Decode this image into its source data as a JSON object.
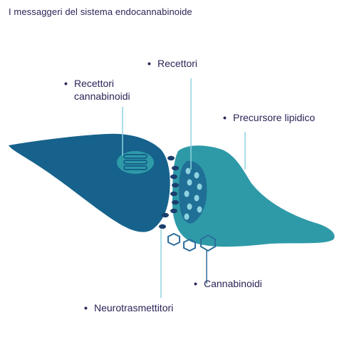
{
  "title": "I messaggeri del sistema endocannabinoide",
  "labels": {
    "recettori": "Recettori",
    "recettori_cannabinoidi_line1": "Recettori",
    "recettori_cannabinoidi_line2": "cannabinoidi",
    "precursore_lipidico": "Precursore lipidico",
    "cannabinoidi": "Cannabinoidi",
    "neurotrasmettitori": "Neurotrasmettitori"
  },
  "bullet": "•",
  "colors": {
    "presynaptic_cell": "#16628c",
    "postsynaptic_cell": "#2e9aa8",
    "receptor_patch": "#1f6f96",
    "neurotransmitter": "#1b3f6e",
    "pointer_line": "#8fd3e0",
    "cannabinoid_outline": "#2e6e9c",
    "text": "#2a2457"
  }
}
